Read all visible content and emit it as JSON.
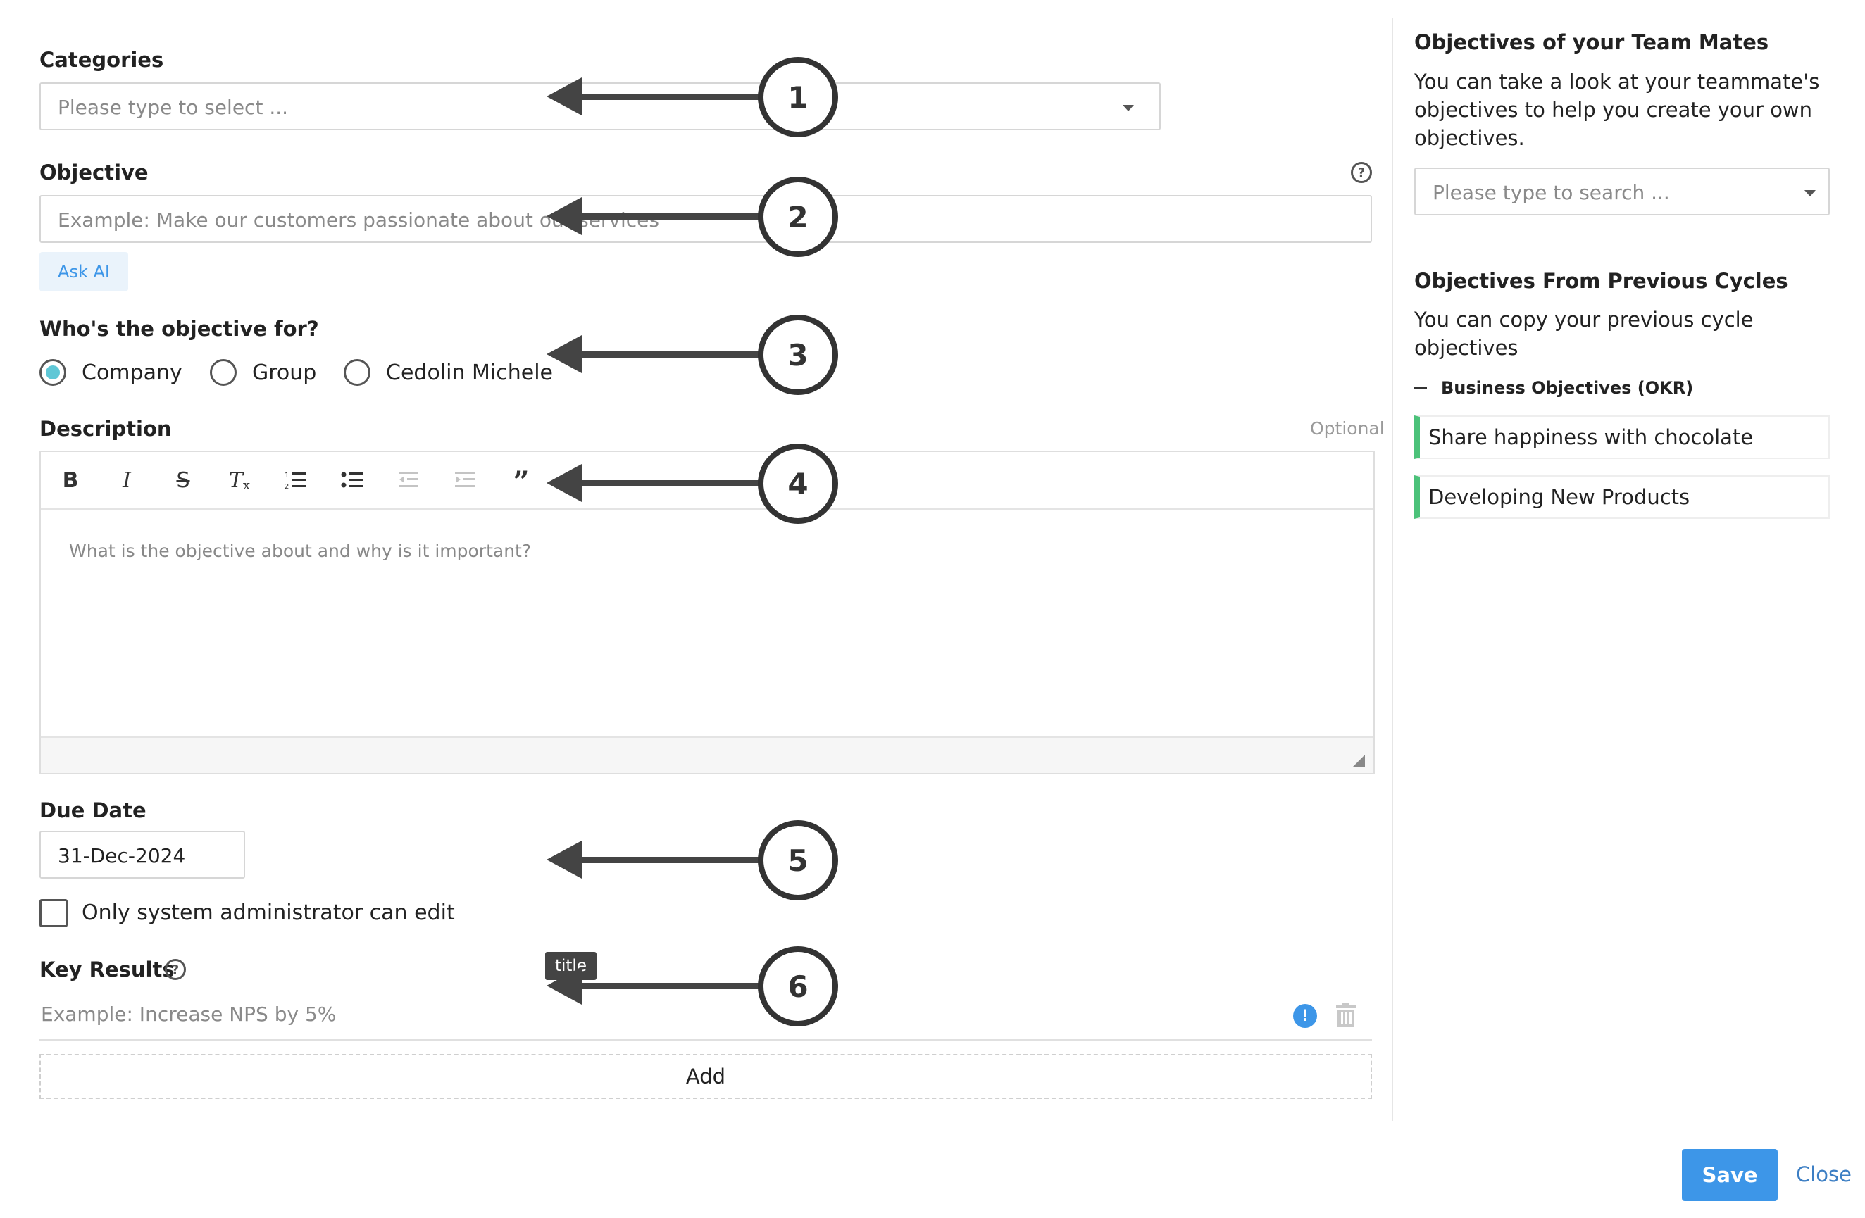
{
  "form": {
    "categories_label": "Categories",
    "categories_placeholder": "Please type to select ...",
    "objective_label": "Objective",
    "objective_placeholder": "Example: Make our customers passionate about our services",
    "ask_ai_label": "Ask AI",
    "who_label": "Who's the objective for?",
    "owner_options": [
      "Company",
      "Group",
      "Cedolin Michele"
    ],
    "owner_selected": "Company",
    "description_label": "Description",
    "optional_label": "Optional",
    "description_placeholder": "What is the objective about and why is it important?",
    "toolbar_icons": [
      "bold-icon",
      "italic-icon",
      "strikethrough-icon",
      "clear-format-icon",
      "ordered-list-icon",
      "bullet-list-icon",
      "outdent-icon",
      "indent-icon",
      "blockquote-icon"
    ],
    "due_date_label": "Due Date",
    "due_date_value": "31-Dec-2024",
    "admin_only_label": "Only system administrator can edit",
    "admin_only_checked": false,
    "key_results_label": "Key Results",
    "key_result_placeholder": "Example: Increase NPS by 5%",
    "tooltip_text": "title",
    "add_label": "Add"
  },
  "sidebar": {
    "teammates_title": "Objectives of your Team Mates",
    "teammates_text": "You can take a look at your teammate's objectives to help you create your own objectives.",
    "teammates_search_placeholder": "Please type to search ...",
    "previous_title": "Objectives From Previous Cycles",
    "previous_text": "You can copy your previous cycle objectives",
    "group_label": "Business Objectives (OKR)",
    "items": [
      {
        "label": "Share happiness with chocolate"
      },
      {
        "label": "Developing New Products"
      }
    ]
  },
  "footer": {
    "save_label": "Save",
    "close_label": "Close"
  },
  "callouts": [
    "1",
    "2",
    "3",
    "4",
    "5",
    "6"
  ],
  "colors": {
    "accent": "#3d96e8",
    "ask_ai_bg": "#eaf3fb",
    "radio_selected": "#5ec7d6",
    "okr_bar": "#4cc27a",
    "warning_icon": "#3d96e8"
  }
}
